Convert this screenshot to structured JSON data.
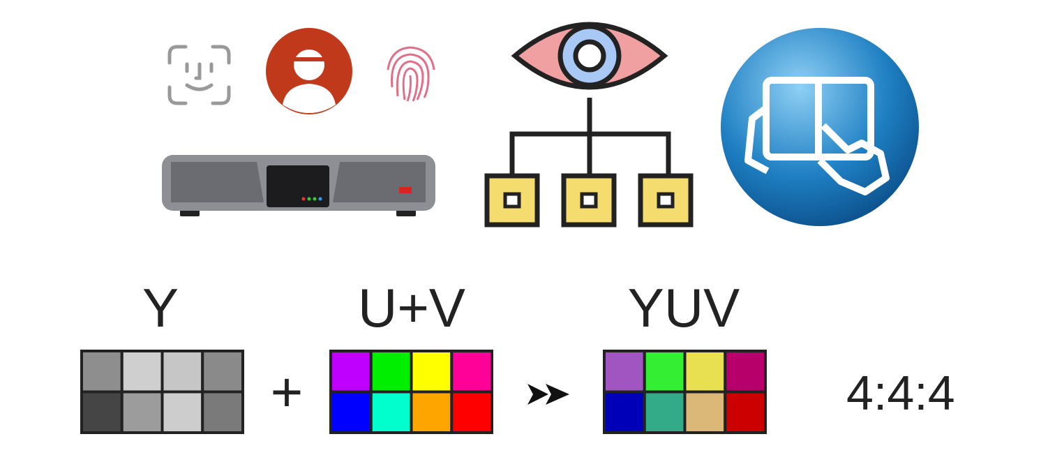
{
  "labels": {
    "y": "Y",
    "uv": "U+V",
    "yuv": "YUV",
    "ratio": "4:4:4"
  },
  "symbols": {
    "plus": "+"
  },
  "grids": {
    "y": [
      "#8e8e8e",
      "#cfcfcf",
      "#c6c6c6",
      "#8a8a8a",
      "#454545",
      "#9c9c9c",
      "#cdcdcd",
      "#7a7a7a"
    ],
    "uv": [
      "#c000ff",
      "#00ee00",
      "#ffff00",
      "#ff0099",
      "#0000ff",
      "#00ffcc",
      "#ffa500",
      "#ff0000"
    ],
    "yuv": [
      "#a055c0",
      "#33ee33",
      "#e8e050",
      "#b8006a",
      "#0000b8",
      "#33aa88",
      "#dcb878",
      "#cc0000"
    ]
  },
  "colors": {
    "avatar": "#c0391b",
    "fingerprint": "#e0708a",
    "eye_outer": "#f0a0a0",
    "eye_iris": "#a8c8f5",
    "node": "#f5dc6e",
    "touch_circle": "#1e7fc2"
  }
}
